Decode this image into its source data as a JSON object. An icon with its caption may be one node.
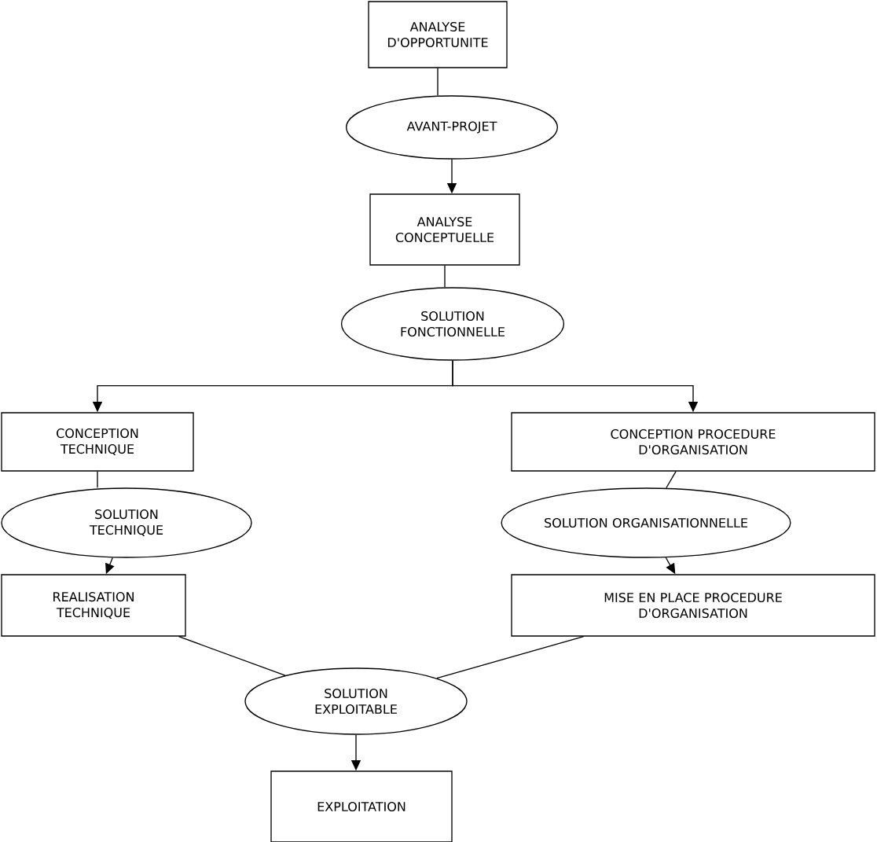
{
  "diagram": {
    "nodes": [
      {
        "text": [
          "ANALYSE D'OPPORTUNITE"
        ]
      },
      {
        "text": [
          "AVANT-PROJET"
        ]
      },
      {
        "text": [
          "ANALYSE CONCEPTUELLE"
        ]
      },
      {
        "text": [
          "SOLUTION FONCTIONNELLE"
        ]
      },
      {
        "text": [
          "CONCEPTION TECHNIQUE"
        ]
      },
      {
        "text": [
          "CONCEPTION PROCEDURE D'ORGANISATION"
        ]
      },
      {
        "text": [
          "SOLUTION TECHNIQUE"
        ]
      },
      {
        "text": [
          "SOLUTION ORGANISATIONNELLE"
        ]
      },
      {
        "text": [
          "REALISATION TECHNIQUE"
        ]
      },
      {
        "text": [
          "MISE EN PLACE PROCEDURE D'ORGANISATION"
        ]
      },
      {
        "text": [
          "SOLUTION EXPLOITABLE"
        ]
      },
      {
        "text": [
          "EXPLOITATION"
        ]
      }
    ],
    "edges": [
      {
        "from": 0,
        "to": 1,
        "arrow": "none"
      },
      {
        "from": 1,
        "to": 2,
        "arrow": "to"
      },
      {
        "from": 2,
        "to": 3,
        "arrow": "none"
      },
      {
        "from": 3,
        "to": 4,
        "arrow": "to"
      },
      {
        "from": 3,
        "to": 5,
        "arrow": "to"
      },
      {
        "from": 4,
        "to": 6,
        "arrow": "none"
      },
      {
        "from": 6,
        "to": 8,
        "arrow": "to"
      },
      {
        "from": 5,
        "to": 7,
        "arrow": "none"
      },
      {
        "from": 7,
        "to": 9,
        "arrow": "to"
      },
      {
        "from": 8,
        "to": 10,
        "arrow": "none"
      },
      {
        "from": 9,
        "to": 10,
        "arrow": "none"
      },
      {
        "from": 10,
        "to": 11,
        "arrow": "to"
      }
    ]
  }
}
